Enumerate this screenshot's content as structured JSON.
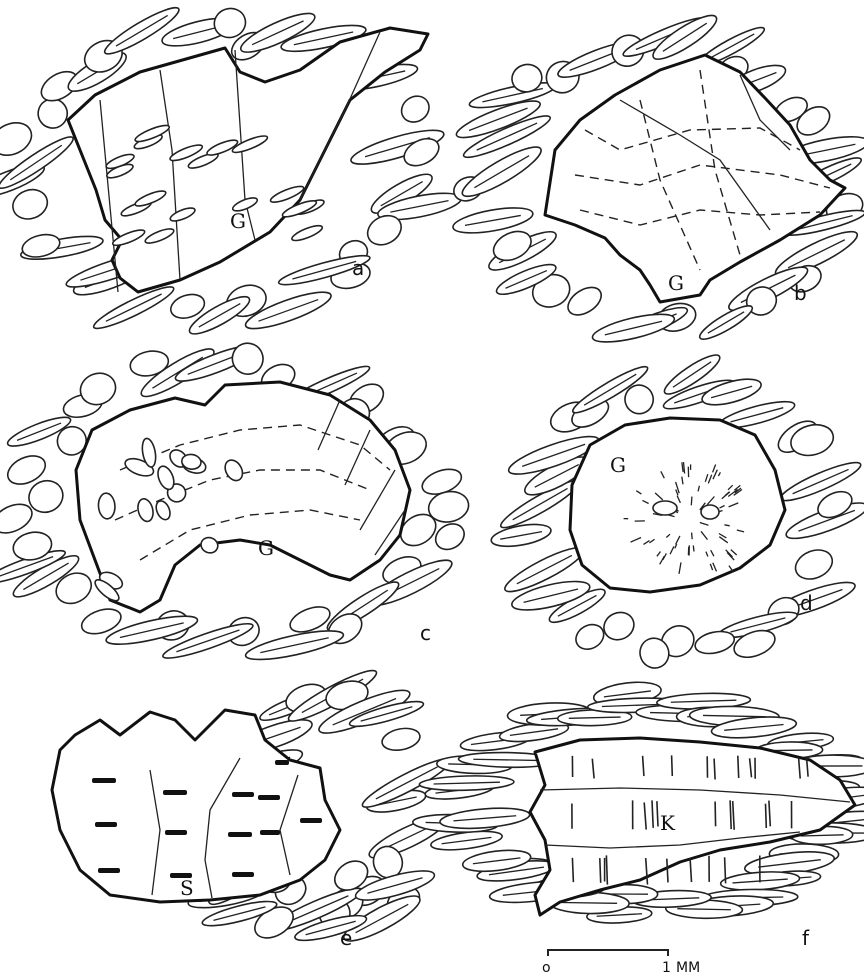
{
  "panels": [
    {
      "id": "a",
      "label": "a",
      "marks": [
        "G"
      ]
    },
    {
      "id": "b",
      "label": "b",
      "marks": [
        "G"
      ]
    },
    {
      "id": "c",
      "label": "c",
      "marks": [
        "G"
      ]
    },
    {
      "id": "d",
      "label": "d",
      "marks": [
        "G"
      ]
    },
    {
      "id": "e",
      "label": "e",
      "marks": [
        "S"
      ]
    },
    {
      "id": "f",
      "label": "f",
      "marks": [
        "K"
      ]
    }
  ],
  "scale_bar": {
    "start": "o",
    "end": "1",
    "unit": "MM"
  }
}
